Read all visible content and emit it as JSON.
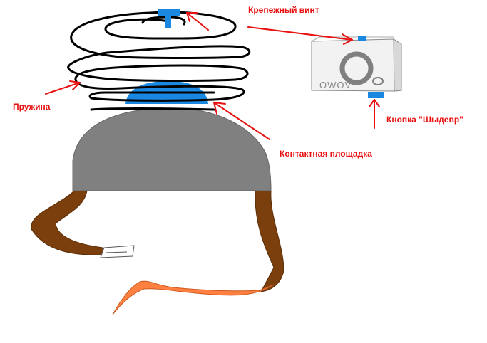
{
  "labels": {
    "screw": "Крепежный винт",
    "spring": "Пружина",
    "pad": "Контактная площадка",
    "button": "Кнопка \"Шыдевр\""
  },
  "camera": {
    "lens_text": "OWOV"
  },
  "colors": {
    "annotation": "#e81010",
    "helmet": "#808080",
    "strap": "#7a3f0c",
    "strap_orange": "#ff8040",
    "blue_part": "#1a88e0",
    "spring_wire": "#000000",
    "camera_body": "#f2f2f2"
  }
}
